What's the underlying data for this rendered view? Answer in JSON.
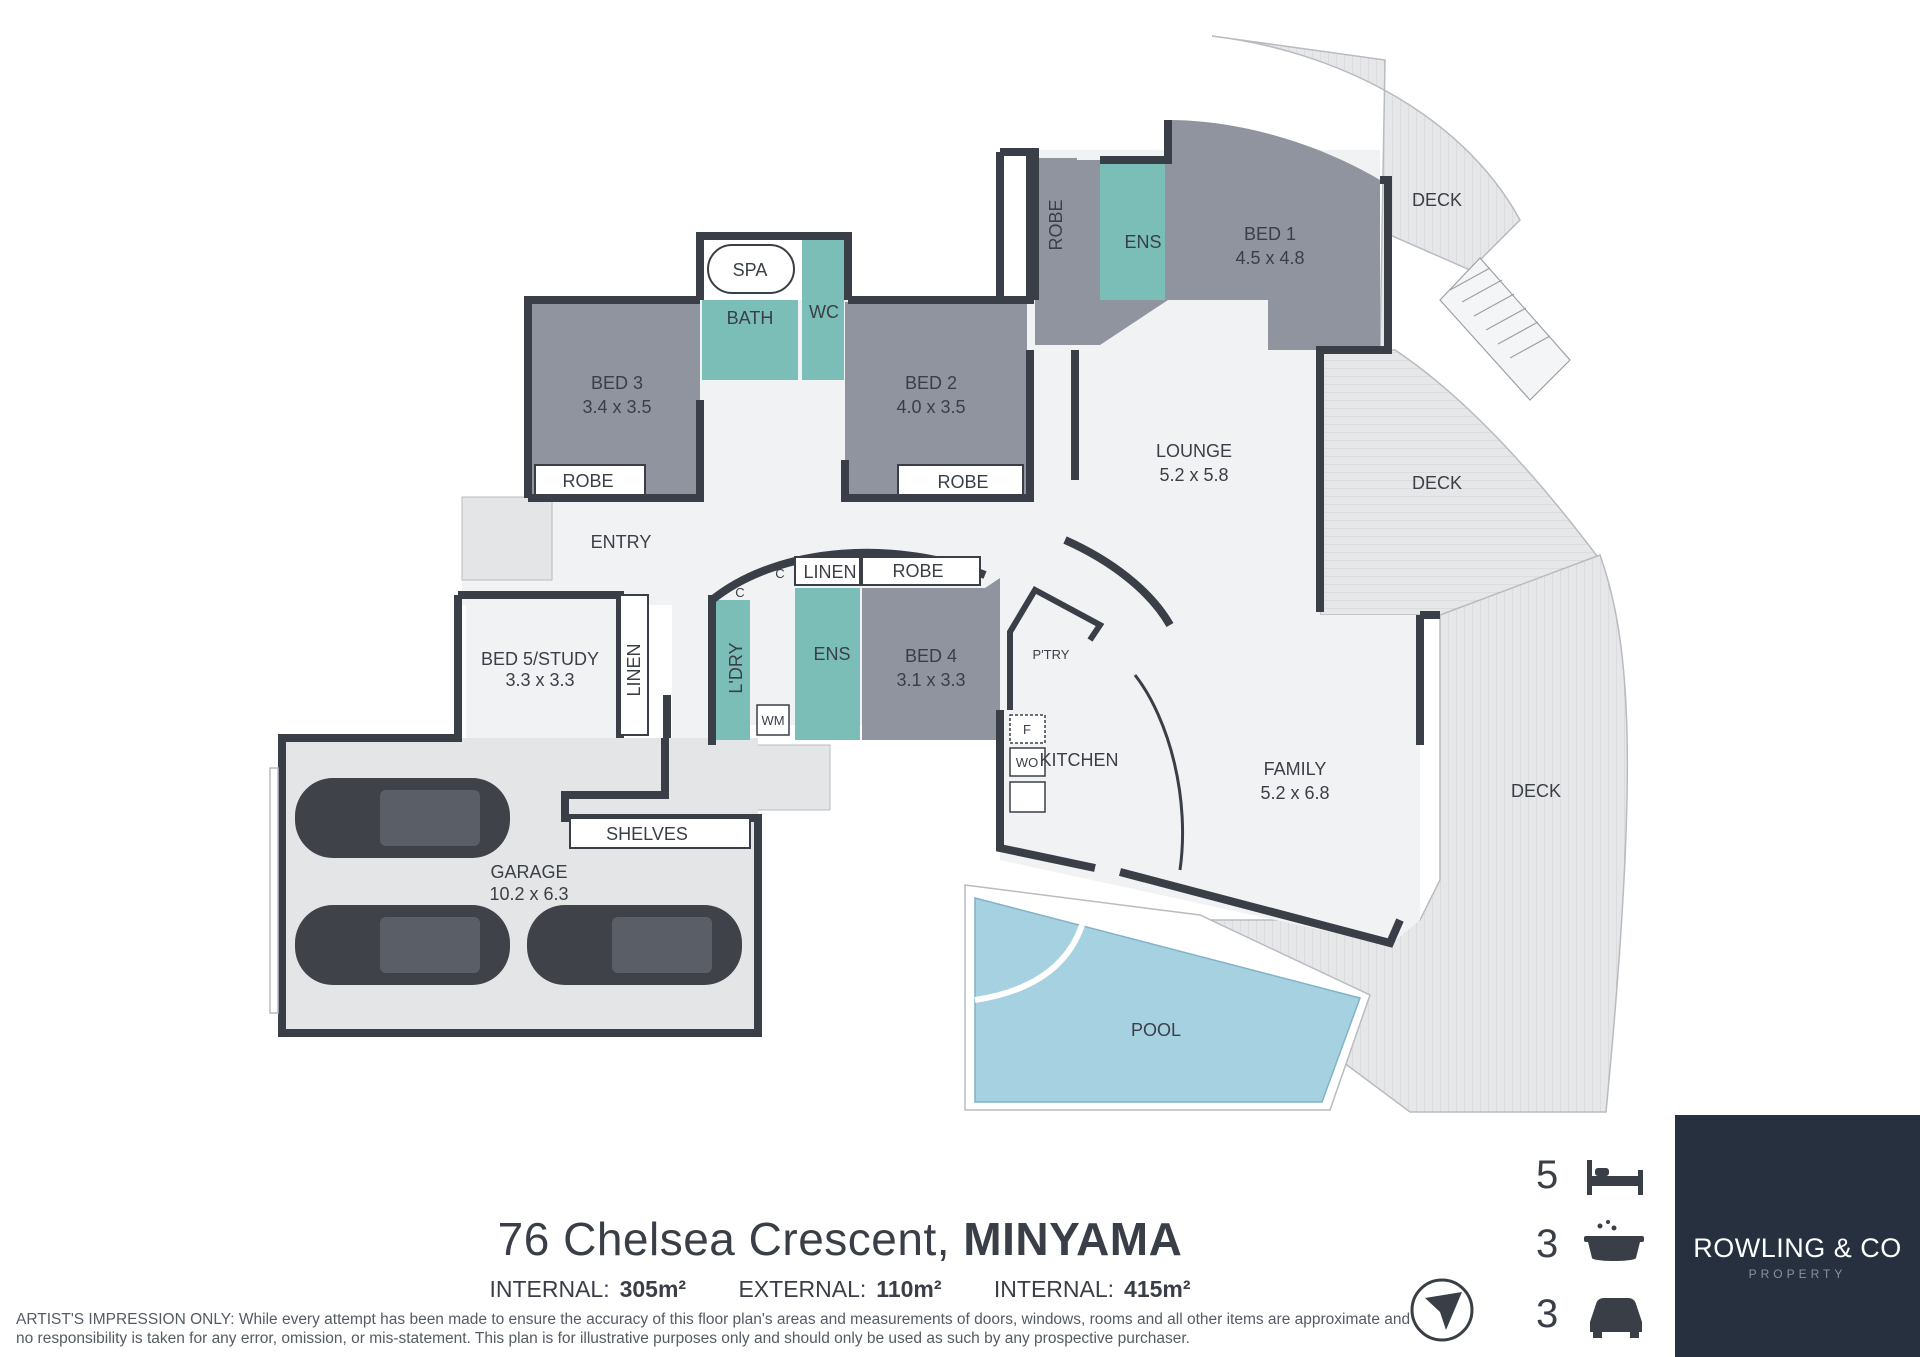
{
  "address": {
    "street": "76 Chelsea Crescent,",
    "suburb": "MINYAMA"
  },
  "areas": [
    {
      "label": "INTERNAL:",
      "value": "305m²"
    },
    {
      "label": "EXTERNAL:",
      "value": "110m²"
    },
    {
      "label": "INTERNAL:",
      "value": "415m²"
    }
  ],
  "disclaimer": "ARTIST'S IMPRESSION ONLY: While every attempt has been made to ensure the accuracy of this floor plan's areas and measurements of doors, windows, rooms and all other items are approximate and no responsibility is taken for any error, omission, or mis-statement. This plan is for illustrative purposes only and should only be used as such by any prospective purchaser.",
  "features": {
    "bedrooms": "5",
    "bathrooms": "3",
    "car_spaces": "3",
    "icons": [
      "bed-icon",
      "bath-icon",
      "car-icon"
    ]
  },
  "brand": {
    "name": "ROWLING & CO",
    "sub": "PROPERTY"
  },
  "rooms": {
    "deck_top": "DECK",
    "bed1": {
      "name": "BED 1",
      "size": "4.5 x 4.8"
    },
    "ens1": "ENS",
    "robe1": "ROBE",
    "spa": "SPA",
    "bath": "BATH",
    "wc": "WC",
    "bed3": {
      "name": "BED 3",
      "size": "3.4 x 3.5"
    },
    "robe3": "ROBE",
    "bed2": {
      "name": "BED 2",
      "size": "4.0 x 3.5"
    },
    "robe2": "ROBE",
    "lounge": {
      "name": "LOUNGE",
      "size": "5.2 x 5.8"
    },
    "deck_mid": "DECK",
    "entry": "ENTRY",
    "c1": "C",
    "c2": "C",
    "linen_top": "LINEN",
    "robe4": "ROBE",
    "ldry": "L'DRY",
    "ens2": "ENS",
    "bed4": {
      "name": "BED 4",
      "size": "3.1 x 3.3"
    },
    "pantry": "P'TRY",
    "wm": "WM",
    "fridge": "F",
    "wo": "WO",
    "kitchen": "KITCHEN",
    "bed5": {
      "name": "BED 5/STUDY",
      "size": "3.3 x 3.3"
    },
    "linen_side": "LINEN",
    "family": {
      "name": "FAMILY",
      "size": "5.2 x 6.8"
    },
    "deck_low": "DECK",
    "shelves": "SHELVES",
    "garage": {
      "name": "GARAGE",
      "size": "10.2 x 6.3"
    },
    "pool": "POOL"
  },
  "colors": {
    "bedroom": "#8f949e",
    "wet_area": "#7bbdb7",
    "floor": "#f1f2f4",
    "garage": "#e4e5e7",
    "deck": "#e6e7e9",
    "pool": "#a6d1e1",
    "wall": "#3a3f47",
    "brand_bg": "#26303f"
  }
}
